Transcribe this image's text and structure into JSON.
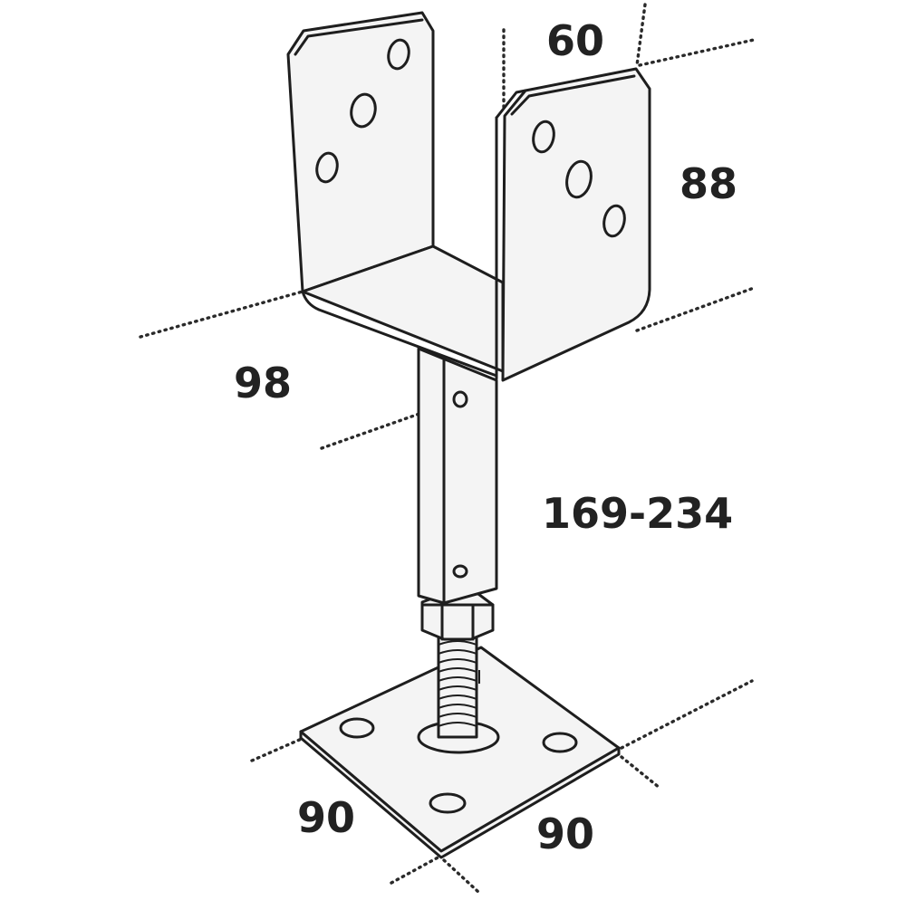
{
  "dimensions": {
    "top_width": "60",
    "bracket_height": "88",
    "bracket_depth": "98",
    "adjustable_height": "169-234",
    "base_width_left": "90",
    "base_width_right": "90"
  },
  "colors": {
    "line": "#1e1e1e",
    "text": "#222222",
    "background": "#ffffff"
  }
}
